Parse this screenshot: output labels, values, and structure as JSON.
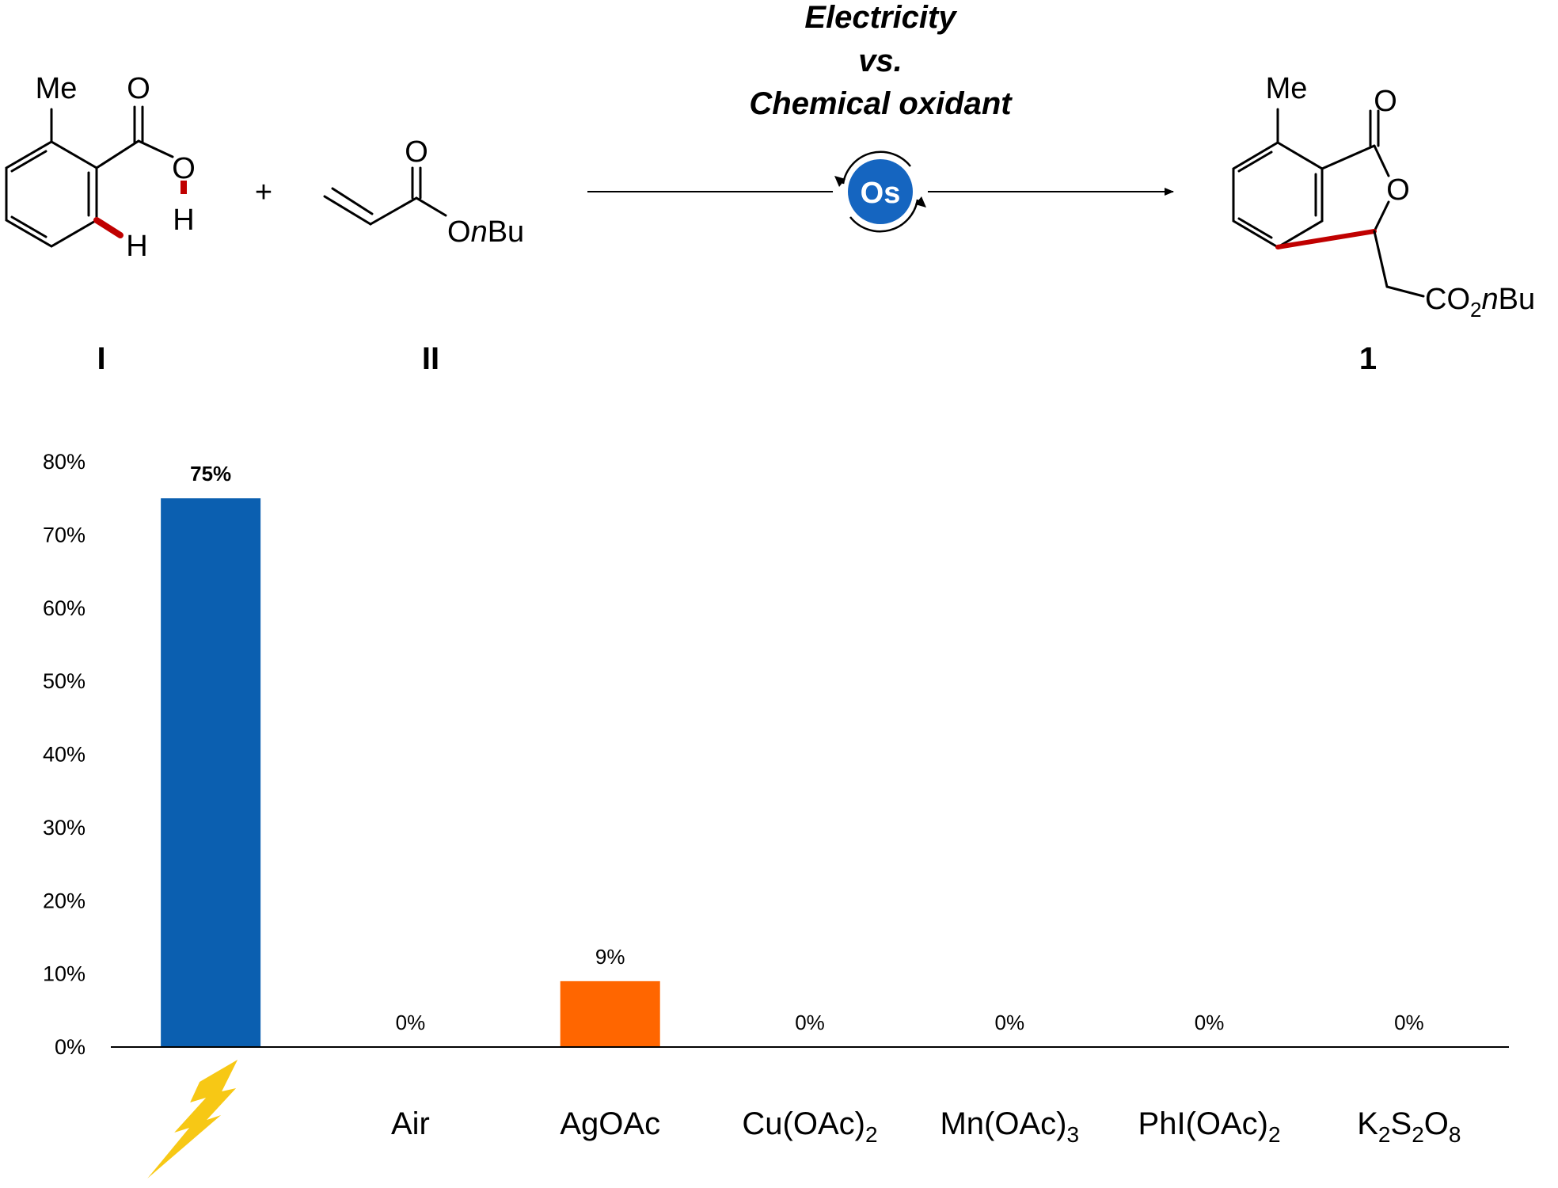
{
  "scheme": {
    "condition_lines": [
      "Electricity",
      "vs.",
      "Chemical oxidant"
    ],
    "catalyst_label": "Os",
    "plus": "+",
    "reactant1": {
      "label": "I",
      "substituent": "Me",
      "carbonyl_o": "O",
      "hydroxyl_o": "O",
      "acid_h": "H",
      "ortho_h": "H"
    },
    "reactant2": {
      "label": "II",
      "carbonyl_o": "O",
      "ester_o": "O",
      "ester_n": "n",
      "ester_bu": "Bu"
    },
    "product": {
      "label": "1",
      "substituent": "Me",
      "carbonyl_o": "O",
      "ring_o": "O",
      "ester_co": "CO",
      "ester_sub": "2",
      "ester_n": "n",
      "ester_bu": "Bu"
    },
    "colors": {
      "highlight_bond": "#c00000",
      "catalyst_fill": "#1565c0",
      "catalyst_text": "#ffffff"
    }
  },
  "chart_data": {
    "type": "bar",
    "categories": [
      {
        "main": "",
        "sub": "",
        "icon": "lightning-bolt-icon"
      },
      {
        "main": "Air",
        "sub": ""
      },
      {
        "main": "AgOAc",
        "sub": ""
      },
      {
        "main": "Cu(OAc)",
        "sub": "2"
      },
      {
        "main": "Mn(OAc)",
        "sub": "3"
      },
      {
        "main": "PhI(OAc)",
        "sub": "2"
      },
      {
        "parts": [
          [
            "K",
            ""
          ],
          [
            "2",
            "sub"
          ],
          [
            "S",
            ""
          ],
          [
            "2",
            "sub"
          ],
          [
            "O",
            ""
          ],
          [
            "8",
            "sub"
          ]
        ]
      }
    ],
    "values": [
      75,
      0,
      9,
      0,
      0,
      0,
      0
    ],
    "value_labels": [
      "75%",
      "0%",
      "9%",
      "0%",
      "0%",
      "0%",
      "0%"
    ],
    "bold_value_label_index": 0,
    "bar_colors": [
      "#0b5fb0",
      "#0b5fb0",
      "#ff6600",
      "#0b5fb0",
      "#0b5fb0",
      "#0b5fb0",
      "#0b5fb0"
    ],
    "ylim": [
      0,
      80
    ],
    "yticks": [
      "0%",
      "10%",
      "20%",
      "30%",
      "40%",
      "50%",
      "60%",
      "70%",
      "80%"
    ],
    "icon_color": "#f7c815",
    "grid": false,
    "title": "",
    "xlabel": "",
    "ylabel": ""
  }
}
